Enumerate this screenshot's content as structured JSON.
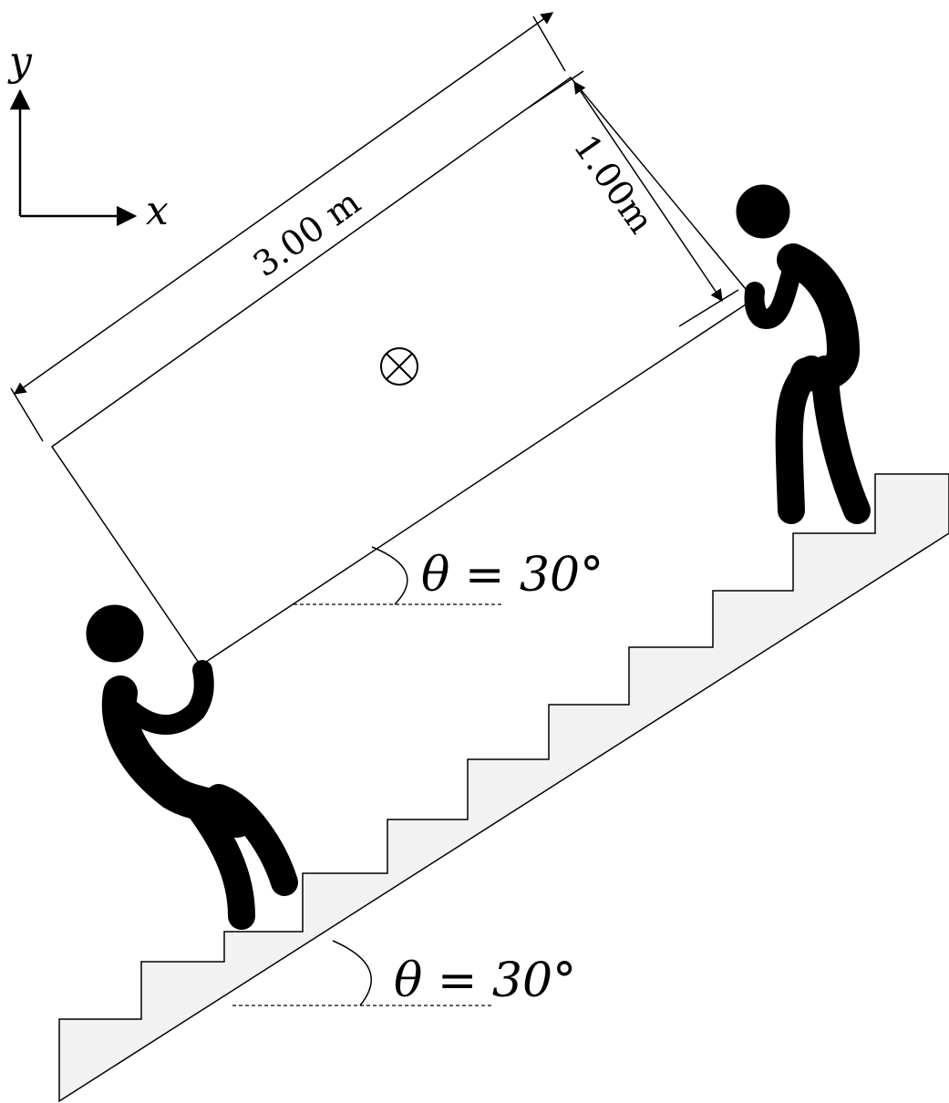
{
  "axes": {
    "x_label": "x",
    "y_label": "y"
  },
  "box": {
    "length_label": "3.00 m",
    "width_label": "1.00m",
    "cg_marker": "center-of-mass-symbol"
  },
  "angles": {
    "box_angle_label": "θ = 30°",
    "stair_angle_label": "θ = 30°"
  },
  "colors": {
    "stair_fill": "#f2f2f2",
    "ink": "#000000"
  }
}
